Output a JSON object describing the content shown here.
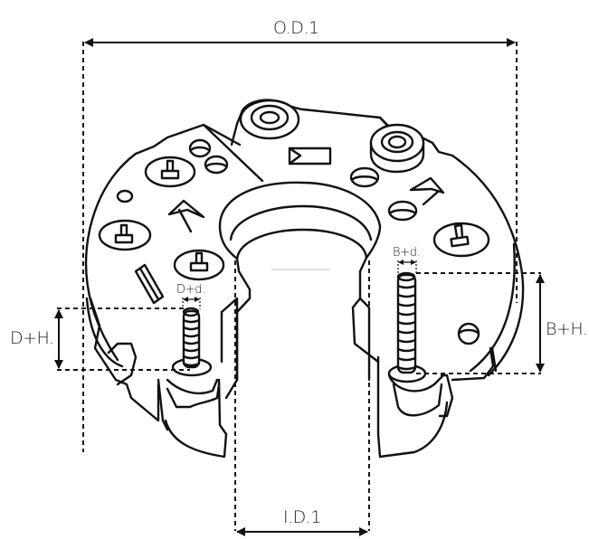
{
  "diagram": {
    "subject": "alternator rectifier (diode plate) technical drawing",
    "labels": {
      "outer_diameter": "O.D.1",
      "inner_diameter": "I.D.1",
      "d_height": "D+H.",
      "d_diameter": "D+d.",
      "b_height": "B+H.",
      "b_diameter": "B+d."
    },
    "colors": {
      "line": "#111111",
      "background": "#ffffff",
      "text": "#222222"
    }
  }
}
